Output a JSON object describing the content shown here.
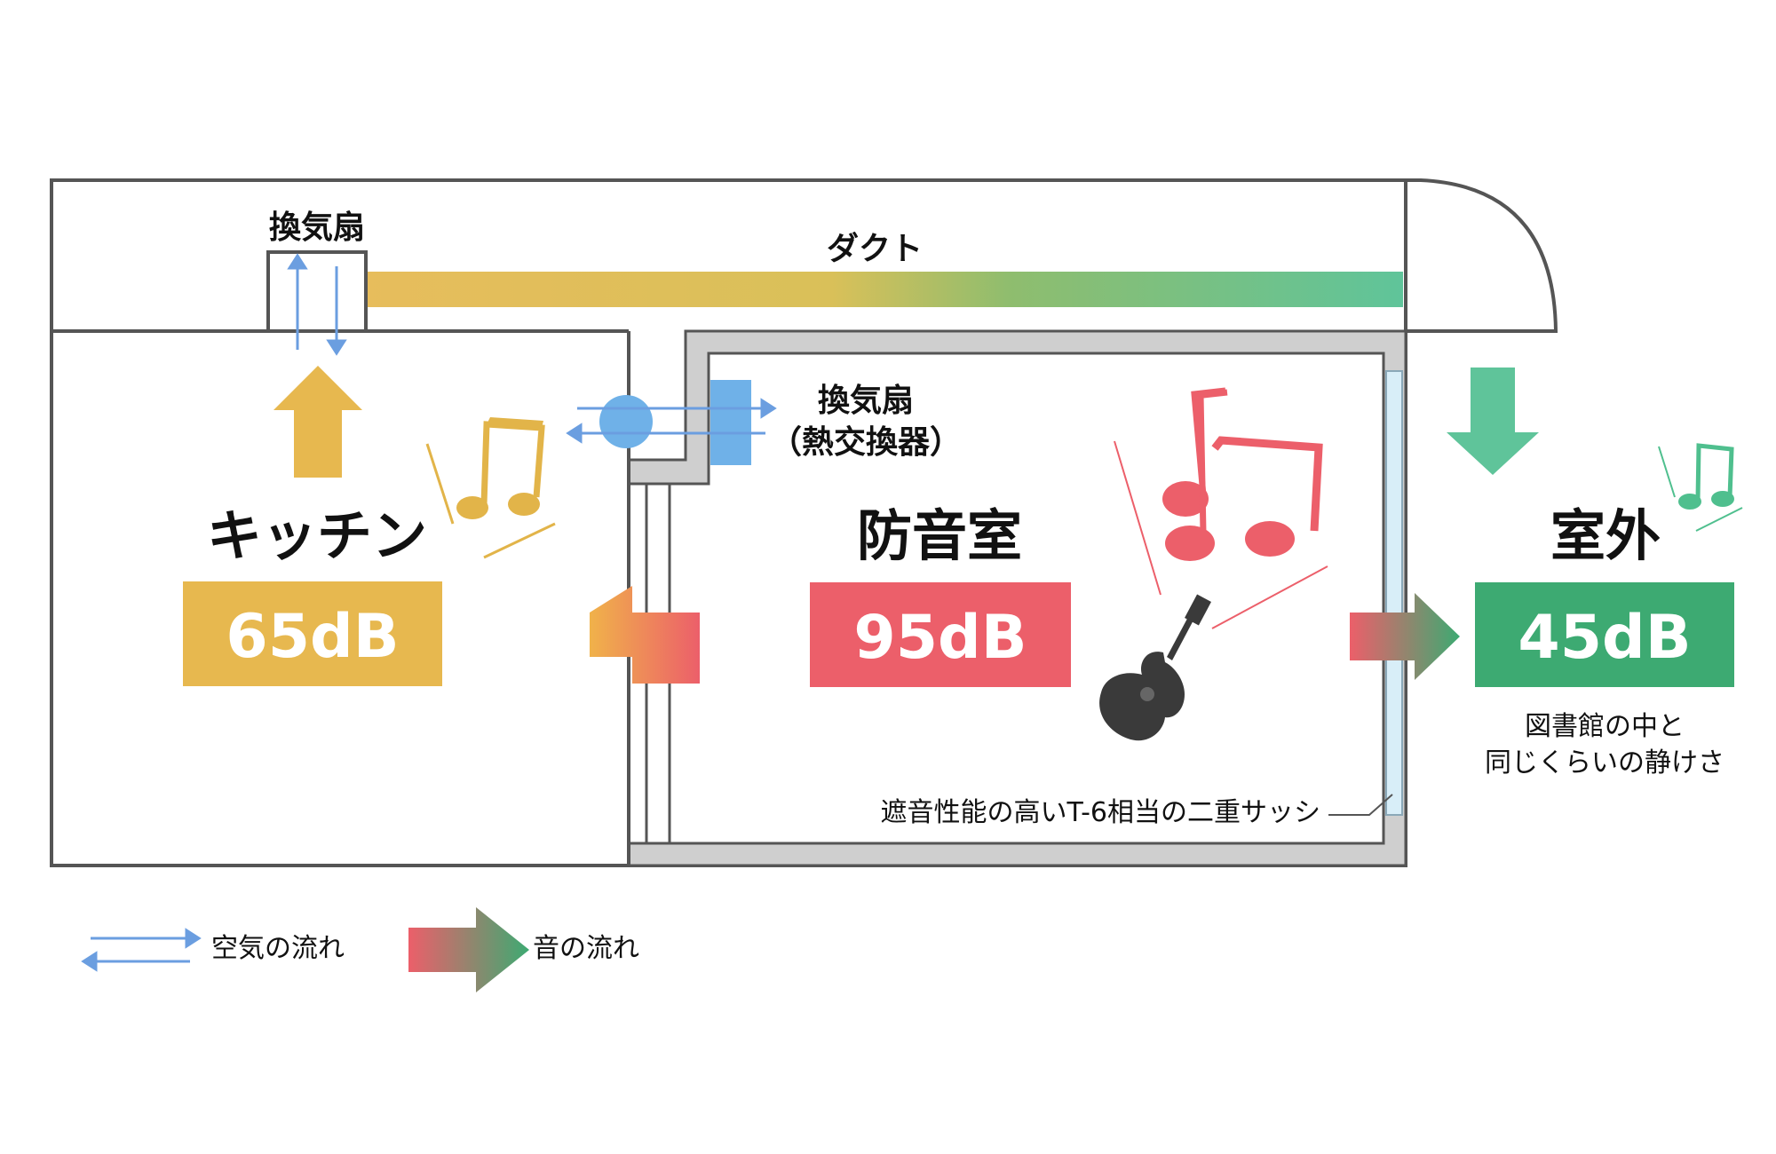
{
  "colors": {
    "wall": "#555555",
    "wall_fill": "#cfcfcf",
    "kitchen": "#e7b84f",
    "soundproof": "#ec5f6a",
    "outside": "#3daa72",
    "air": "#6b9ee0",
    "duct_start": "#e7bd5c",
    "duct_end": "#5fc49a",
    "sash": "#cfe8f5",
    "guitar": "#3a3a3a"
  },
  "labels": {
    "fan_top": "換気扇",
    "duct": "ダクト",
    "fan_right": "換気扇",
    "fan_right_sub": "（熱交換器）",
    "sash": "遮音性能の高いT-6相当の二重サッシ"
  },
  "rooms": {
    "kitchen": {
      "name": "キッチン",
      "level": "65dB",
      "level_db": 65
    },
    "soundproof": {
      "name": "防音室",
      "level": "95dB",
      "level_db": 95
    },
    "outside": {
      "name": "室外",
      "level": "45dB",
      "level_db": 45,
      "note_line1": "図書館の中と",
      "note_line2": "同じくらいの静けさ"
    }
  },
  "legend": {
    "air": "空気の流れ",
    "sound": "音の流れ"
  },
  "icons": [
    "music-notes-icon",
    "guitar-icon",
    "arrow-icon",
    "fan-icon"
  ]
}
